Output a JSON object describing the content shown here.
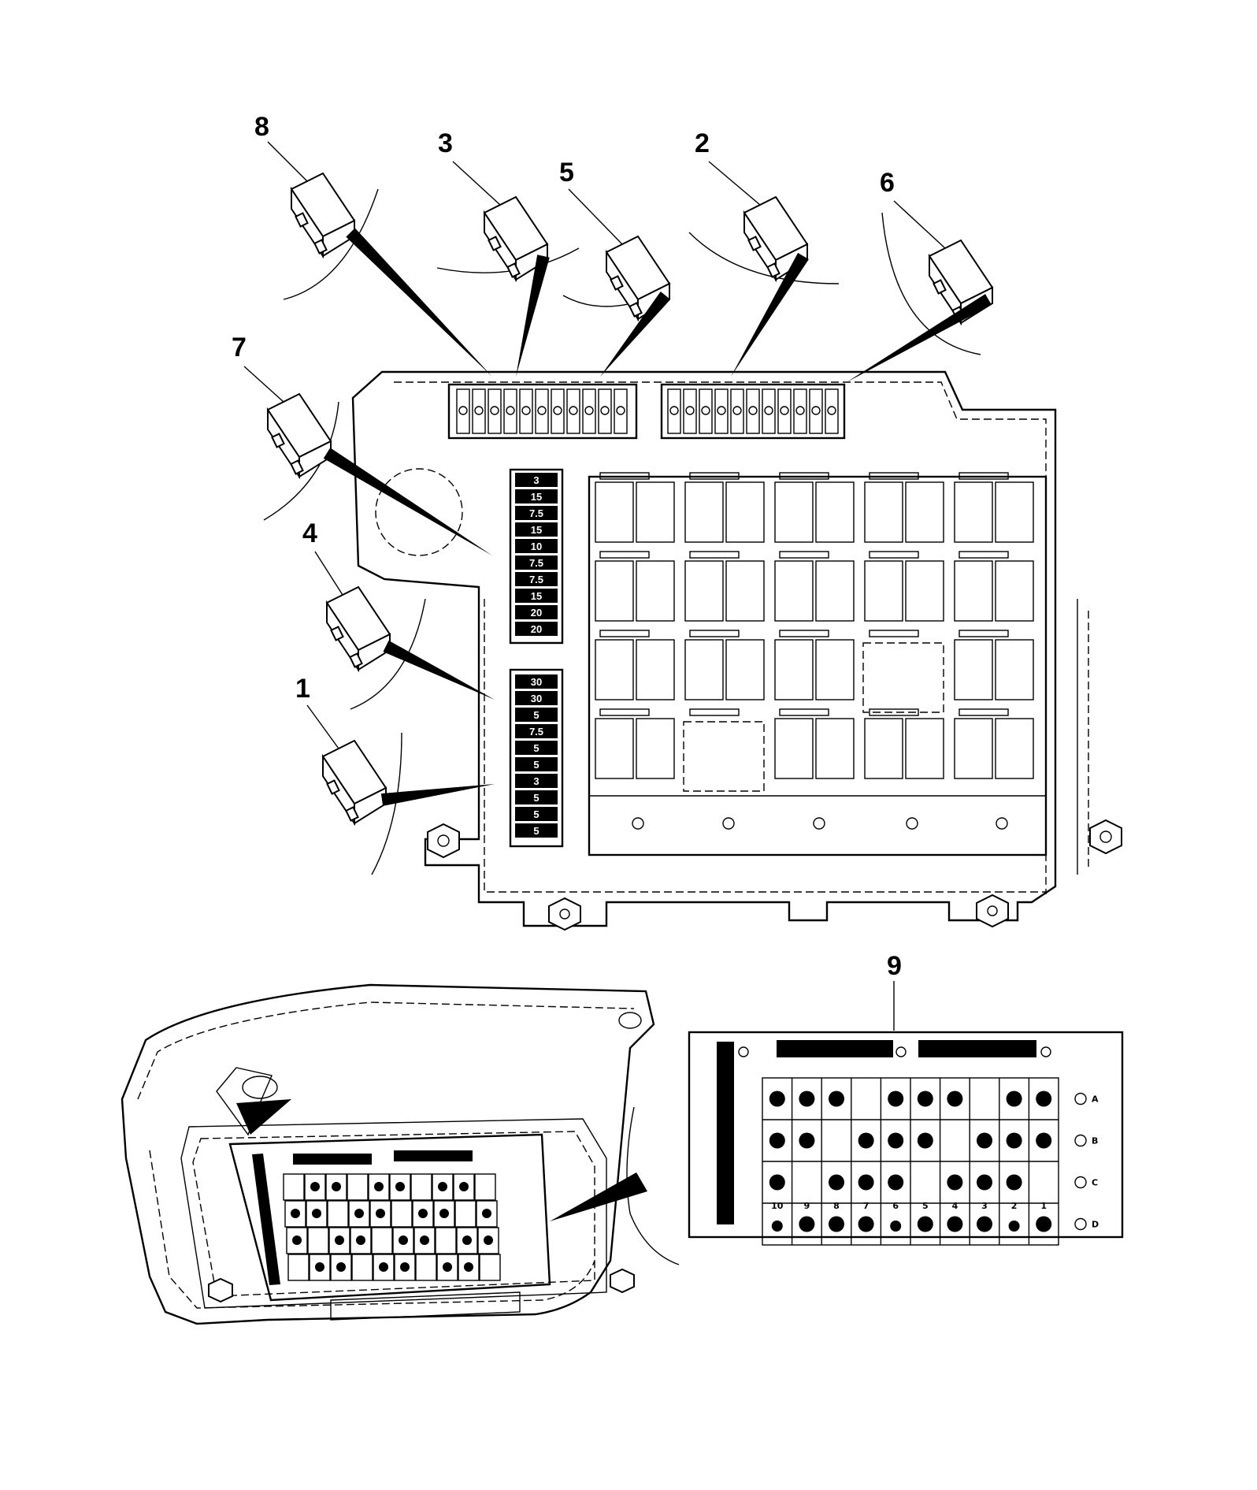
{
  "diagram": {
    "callouts": [
      {
        "id": "8",
        "label": "8"
      },
      {
        "id": "3",
        "label": "3"
      },
      {
        "id": "5",
        "label": "5"
      },
      {
        "id": "2",
        "label": "2"
      },
      {
        "id": "6",
        "label": "6"
      },
      {
        "id": "7",
        "label": "7"
      },
      {
        "id": "4",
        "label": "4"
      },
      {
        "id": "1",
        "label": "1"
      },
      {
        "id": "9",
        "label": "9"
      }
    ],
    "fuse_column_upper": [
      "3",
      "15",
      "7.5",
      "15",
      "10",
      "7.5",
      "7.5",
      "15",
      "20",
      "20"
    ],
    "fuse_column_lower": [
      "30",
      "30",
      "5",
      "7.5",
      "5",
      "5",
      "3",
      "5",
      "5",
      "5"
    ],
    "label_rows": [
      "A",
      "B",
      "C",
      "D"
    ],
    "label_cols": [
      "10",
      "9",
      "8",
      "7",
      "6",
      "5",
      "4",
      "3",
      "2",
      "1"
    ]
  }
}
